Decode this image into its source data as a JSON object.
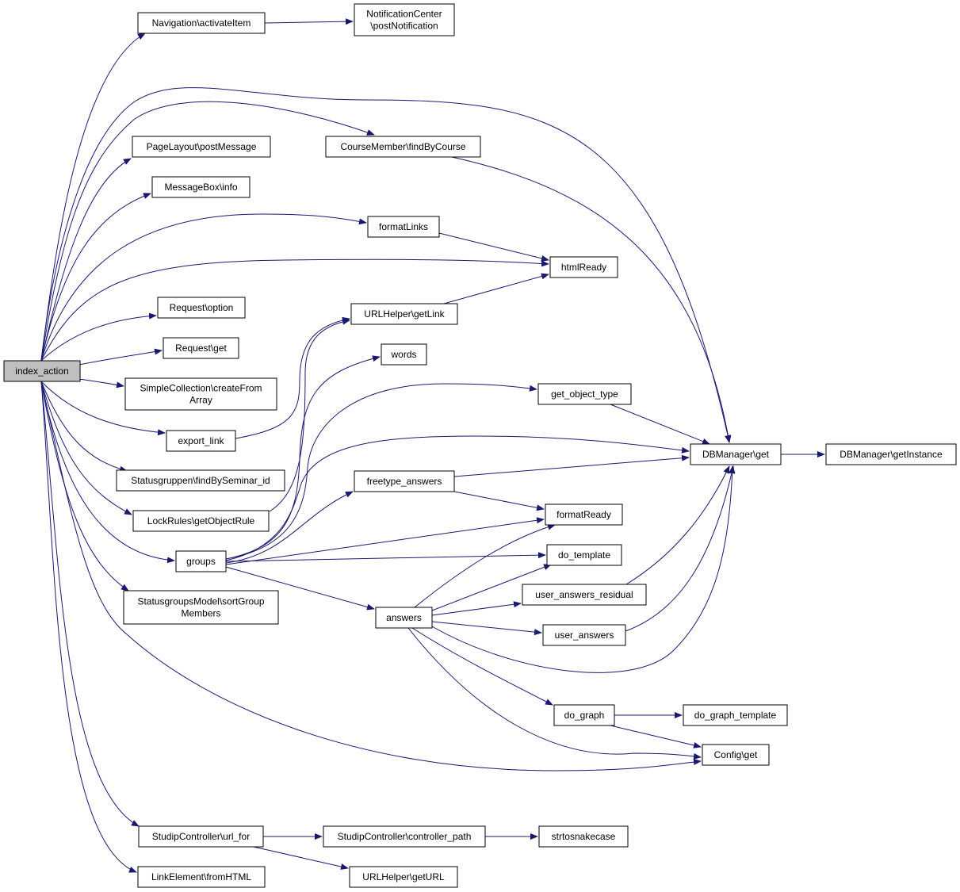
{
  "graph": {
    "root": "index_action",
    "edge_color": "#191970",
    "root_fill": "#bfbfbf",
    "nodes": [
      {
        "id": "index_action",
        "label": [
          "index_action"
        ],
        "root": true
      },
      {
        "id": "nav_activate",
        "label": [
          "Navigation\\activateItem"
        ]
      },
      {
        "id": "notif_post",
        "label": [
          "NotificationCenter",
          "\\postNotification"
        ]
      },
      {
        "id": "page_post",
        "label": [
          "PageLayout\\postMessage"
        ]
      },
      {
        "id": "msg_info",
        "label": [
          "MessageBox\\info"
        ]
      },
      {
        "id": "course_find",
        "label": [
          "CourseMember\\findByCourse"
        ]
      },
      {
        "id": "format_links",
        "label": [
          "formatLinks"
        ]
      },
      {
        "id": "html_ready",
        "label": [
          "htmlReady"
        ]
      },
      {
        "id": "req_option",
        "label": [
          "Request\\option"
        ]
      },
      {
        "id": "urlhelper_getlink",
        "label": [
          "URLHelper\\getLink"
        ]
      },
      {
        "id": "req_get",
        "label": [
          "Request\\get"
        ]
      },
      {
        "id": "words",
        "label": [
          "words"
        ]
      },
      {
        "id": "simple_coll",
        "label": [
          "SimpleCollection\\createFrom",
          "Array"
        ]
      },
      {
        "id": "get_object_type",
        "label": [
          "get_object_type"
        ]
      },
      {
        "id": "export_link",
        "label": [
          "export_link"
        ]
      },
      {
        "id": "dbm_get",
        "label": [
          "DBManager\\get"
        ]
      },
      {
        "id": "dbm_instance",
        "label": [
          "DBManager\\getInstance"
        ]
      },
      {
        "id": "statusgr_find",
        "label": [
          "Statusgruppen\\findBySeminar_id"
        ]
      },
      {
        "id": "freetype",
        "label": [
          "freetype_answers"
        ]
      },
      {
        "id": "lockrules",
        "label": [
          "LockRules\\getObjectRule"
        ]
      },
      {
        "id": "format_ready",
        "label": [
          "formatReady"
        ]
      },
      {
        "id": "groups",
        "label": [
          "groups"
        ]
      },
      {
        "id": "do_template",
        "label": [
          "do_template"
        ]
      },
      {
        "id": "user_ans_res",
        "label": [
          "user_answers_residual"
        ]
      },
      {
        "id": "statusgm_sort",
        "label": [
          "StatusgroupsModel\\sortGroup",
          "Members"
        ]
      },
      {
        "id": "answers",
        "label": [
          "answers"
        ]
      },
      {
        "id": "user_answers",
        "label": [
          "user_answers"
        ]
      },
      {
        "id": "do_graph",
        "label": [
          "do_graph"
        ]
      },
      {
        "id": "do_graph_tpl",
        "label": [
          "do_graph_template"
        ]
      },
      {
        "id": "config_get",
        "label": [
          "Config\\get"
        ]
      },
      {
        "id": "studip_url_for",
        "label": [
          "StudipController\\url_for"
        ]
      },
      {
        "id": "studip_ctrl_path",
        "label": [
          "StudipController\\controller_path"
        ]
      },
      {
        "id": "strtosnake",
        "label": [
          "strtosnakecase"
        ]
      },
      {
        "id": "link_elem",
        "label": [
          "LinkElement\\fromHTML"
        ]
      },
      {
        "id": "urlhelper_geturl",
        "label": [
          "URLHelper\\getURL"
        ]
      }
    ],
    "edges": [
      {
        "from": "index_action",
        "to": "nav_activate"
      },
      {
        "from": "index_action",
        "to": "dbm_get"
      },
      {
        "from": "index_action",
        "to": "course_find"
      },
      {
        "from": "index_action",
        "to": "page_post"
      },
      {
        "from": "index_action",
        "to": "msg_info"
      },
      {
        "from": "index_action",
        "to": "format_links"
      },
      {
        "from": "index_action",
        "to": "html_ready"
      },
      {
        "from": "index_action",
        "to": "req_option"
      },
      {
        "from": "index_action",
        "to": "req_get"
      },
      {
        "from": "index_action",
        "to": "simple_coll"
      },
      {
        "from": "index_action",
        "to": "export_link"
      },
      {
        "from": "index_action",
        "to": "statusgr_find"
      },
      {
        "from": "index_action",
        "to": "lockrules"
      },
      {
        "from": "index_action",
        "to": "groups"
      },
      {
        "from": "index_action",
        "to": "statusgm_sort"
      },
      {
        "from": "index_action",
        "to": "config_get"
      },
      {
        "from": "index_action",
        "to": "studip_url_for"
      },
      {
        "from": "index_action",
        "to": "link_elem"
      },
      {
        "from": "nav_activate",
        "to": "notif_post"
      },
      {
        "from": "course_find",
        "to": "dbm_get"
      },
      {
        "from": "format_links",
        "to": "html_ready"
      },
      {
        "from": "urlhelper_getlink",
        "to": "html_ready"
      },
      {
        "from": "export_link",
        "to": "urlhelper_getlink"
      },
      {
        "from": "lockrules",
        "to": "urlhelper_getlink"
      },
      {
        "from": "get_object_type",
        "to": "dbm_get"
      },
      {
        "from": "dbm_get",
        "to": "dbm_instance"
      },
      {
        "from": "freetype",
        "to": "dbm_get"
      },
      {
        "from": "freetype",
        "to": "format_ready"
      },
      {
        "from": "groups",
        "to": "words"
      },
      {
        "from": "groups",
        "to": "get_object_type"
      },
      {
        "from": "groups",
        "to": "dbm_get"
      },
      {
        "from": "groups",
        "to": "freetype"
      },
      {
        "from": "groups",
        "to": "format_ready"
      },
      {
        "from": "groups",
        "to": "do_template"
      },
      {
        "from": "groups",
        "to": "answers"
      },
      {
        "from": "answers",
        "to": "format_ready"
      },
      {
        "from": "answers",
        "to": "do_template"
      },
      {
        "from": "answers",
        "to": "user_ans_res"
      },
      {
        "from": "answers",
        "to": "user_answers"
      },
      {
        "from": "answers",
        "to": "dbm_get"
      },
      {
        "from": "answers",
        "to": "do_graph"
      },
      {
        "from": "answers",
        "to": "config_get"
      },
      {
        "from": "user_ans_res",
        "to": "dbm_get"
      },
      {
        "from": "user_answers",
        "to": "dbm_get"
      },
      {
        "from": "do_graph",
        "to": "do_graph_tpl"
      },
      {
        "from": "do_graph",
        "to": "config_get"
      },
      {
        "from": "studip_url_for",
        "to": "studip_ctrl_path"
      },
      {
        "from": "studip_url_for",
        "to": "urlhelper_geturl"
      },
      {
        "from": "studip_ctrl_path",
        "to": "strtosnake"
      }
    ]
  }
}
